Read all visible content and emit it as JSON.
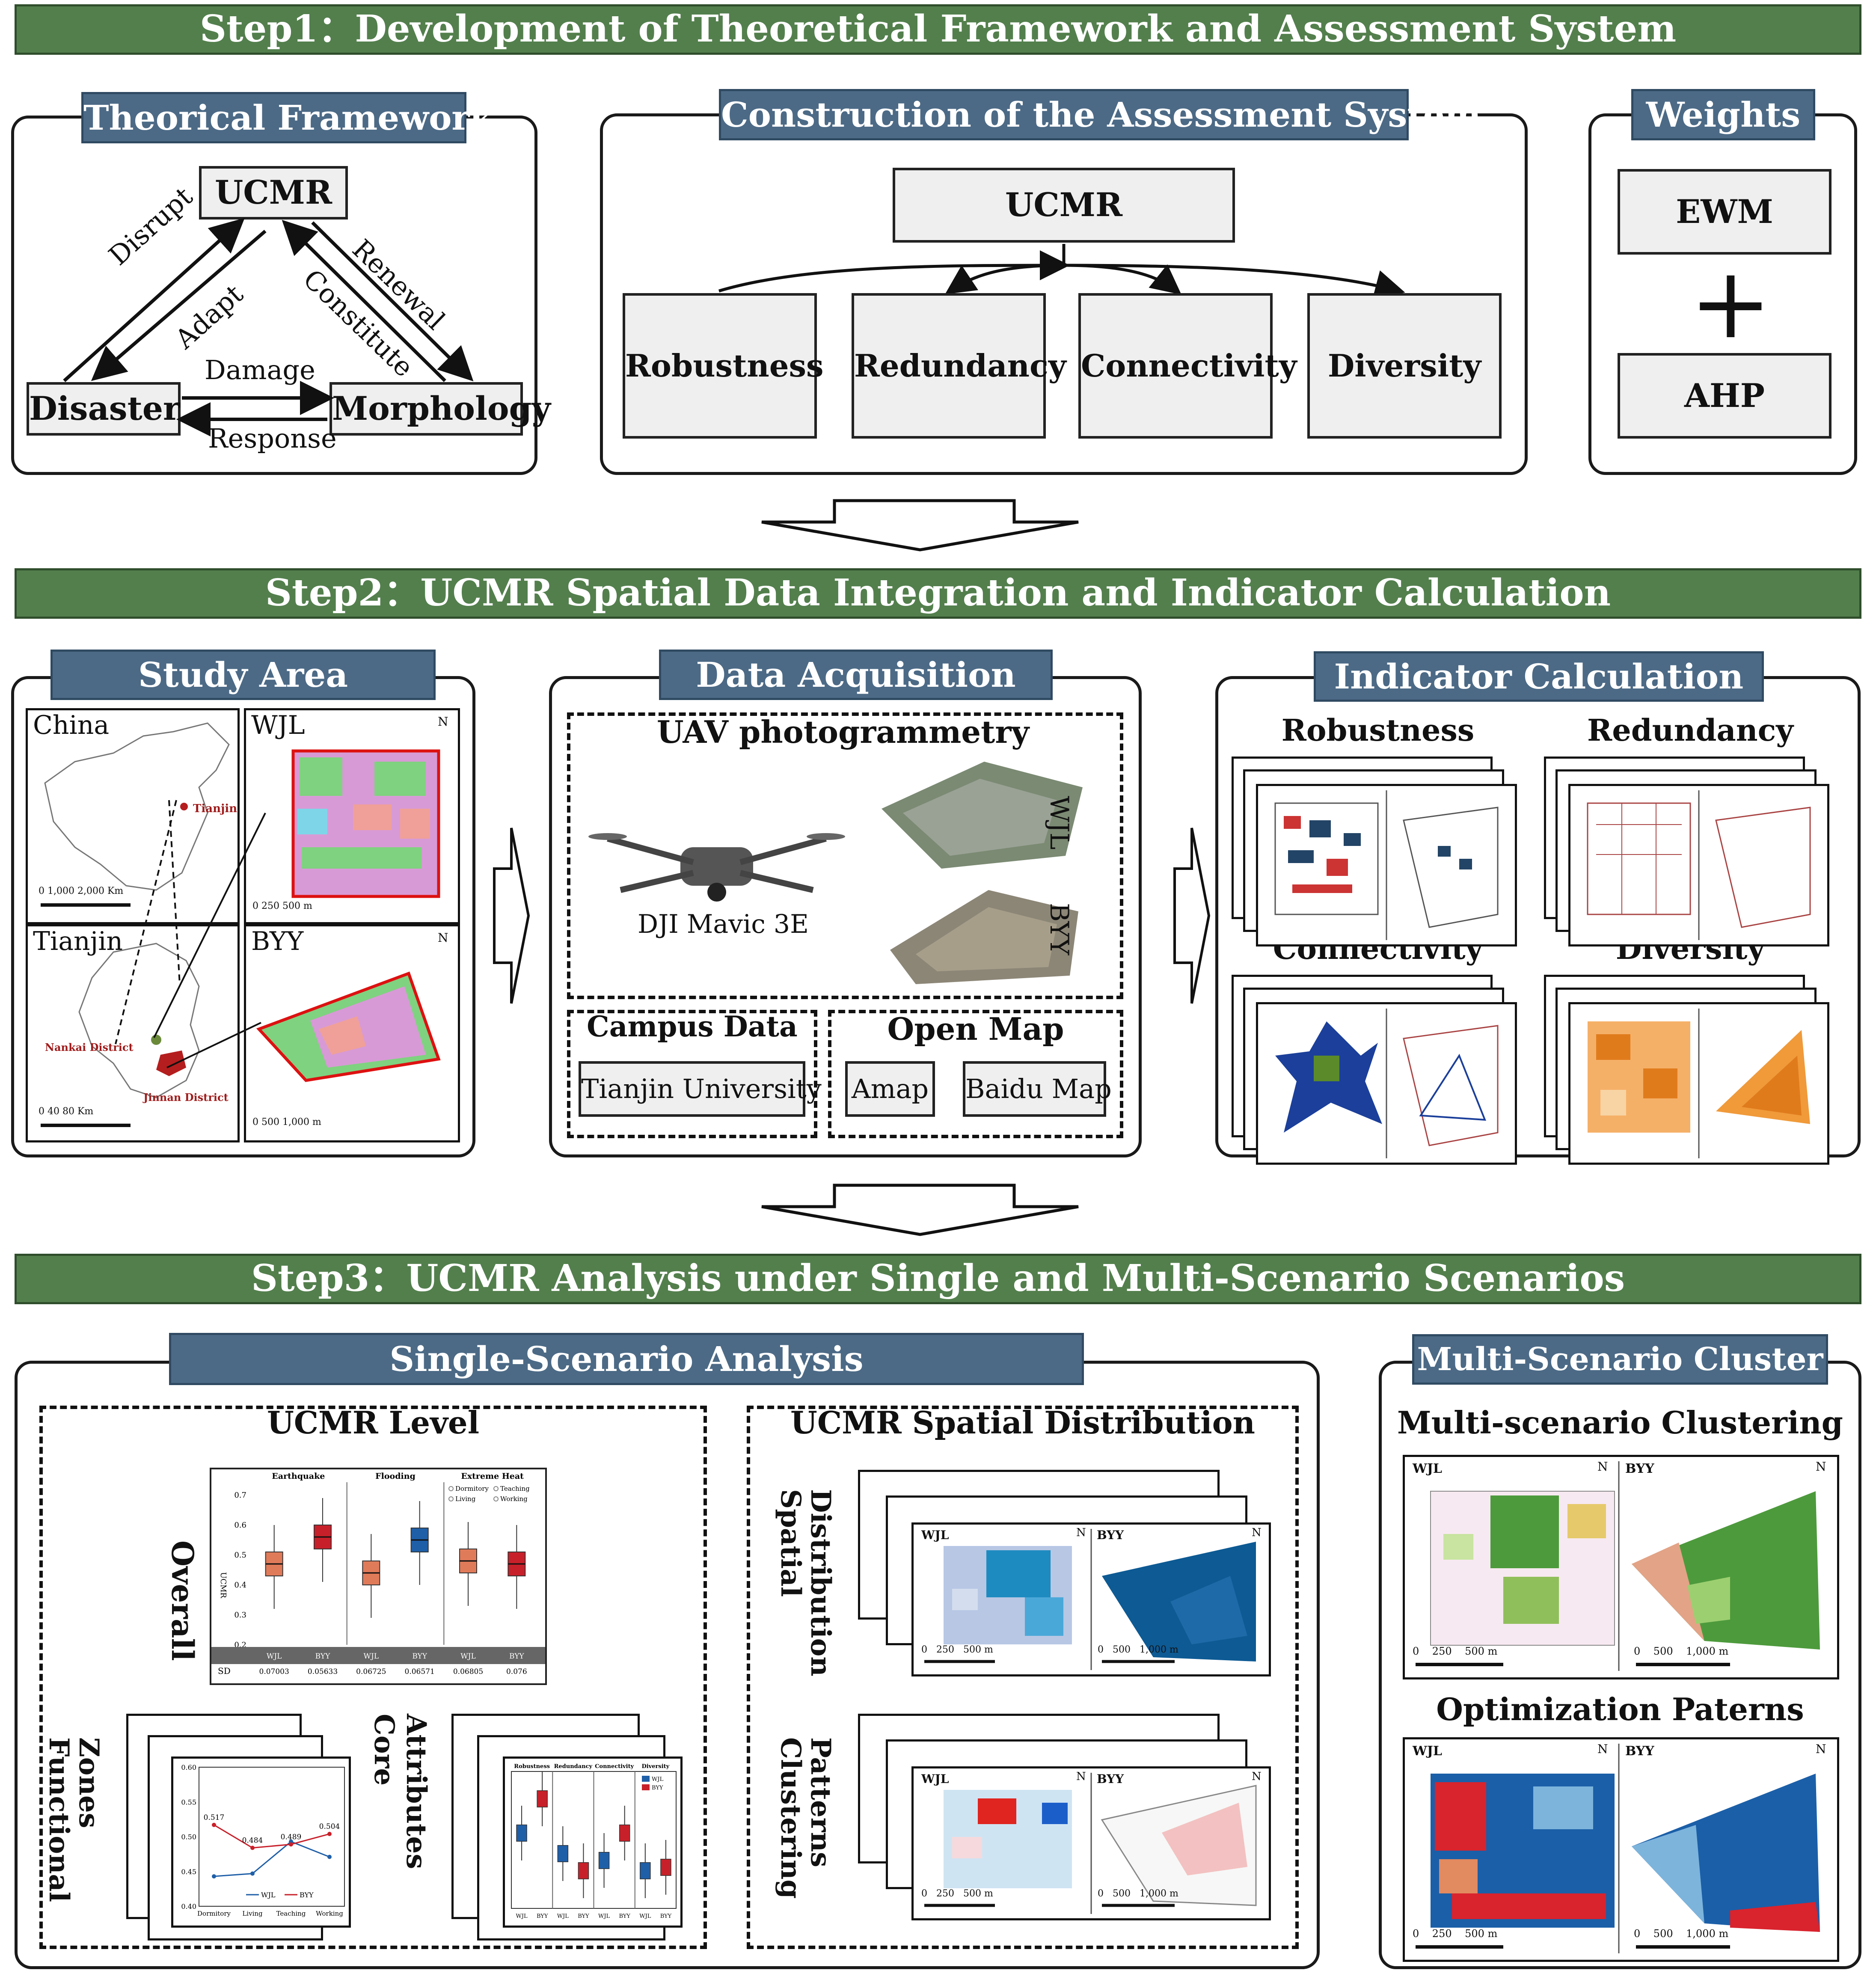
{
  "step1": {
    "banner": "Step1：Development of Theoretical Framework and Assessment  System",
    "theory": {
      "title": "Theorical Framework",
      "ucmr": "UCMR",
      "disaster": "Disaster",
      "morphology": "Morphology",
      "disrupt": "Disrupt",
      "adapt": "Adapt",
      "renewal": "Renewal",
      "constitute": "Constitute",
      "damage": "Damage",
      "response": "Response"
    },
    "assessment": {
      "title": "Construction of the Assessment System",
      "root": "UCMR",
      "dims": [
        "Robustness",
        "Redundancy",
        "Connectivity",
        "Diversity"
      ]
    },
    "weights": {
      "title": "Weights",
      "ewm": "EWM",
      "plus": "+",
      "ahp": "AHP"
    }
  },
  "step2": {
    "banner": "Step2：UCMR Spatial Data Integration and Indicator Calculation",
    "study": {
      "title": "Study Area",
      "china": "China",
      "tianjin_map": "Tianjin",
      "tianjin_pt": "Tianjin",
      "wjl": "WJL",
      "byy": "BYY",
      "nankai": "Nankai District",
      "jinnan": "Jinnan District",
      "scale_china": [
        "0",
        "1,000",
        "2,000",
        "Km"
      ],
      "scale_tianjin": [
        "0",
        "40",
        "80",
        "Km"
      ],
      "scale_wjl": [
        "0",
        "250",
        "500",
        "m"
      ],
      "scale_byy": [
        "0",
        "500",
        "1,000",
        "m"
      ],
      "north": "N"
    },
    "data": {
      "title": "Data Acquisition",
      "uav": "UAV photogrammetry",
      "drone": "DJI Mavic 3E",
      "wjl": "WJL",
      "byy": "BYY",
      "campus": "Campus Data",
      "tju": "Tianjin University",
      "open": "Open Map",
      "amap": "Amap",
      "baidu": "Baidu Map"
    },
    "indicator": {
      "title": "Indicator  Calculation",
      "robust": "Robustness",
      "redund": "Redundancy",
      "connect": "Connectivity",
      "divers": "Diversity"
    }
  },
  "step3": {
    "banner": "Step3：UCMR Analysis under Single and Multi-Scenario Scenarios",
    "single": {
      "title": "Single-Scenario Analysis",
      "level": "UCMR Level",
      "overall": "Overall",
      "functional": "Functional",
      "zones": "Zones",
      "core": "Core",
      "attributes": "Attributes",
      "spatial_title": "UCMR Spatial Distribution",
      "spatial": "Spatial",
      "distribution": "Distribution",
      "clustering": "Clustering",
      "patterns": "Patterns"
    },
    "multi": {
      "title": "Multi-Scenario Cluster",
      "clustering": "Multi-scenario Clustering",
      "optimization": "Optimization Paterns"
    },
    "maps": {
      "wjl": "WJL",
      "byy": "BYY",
      "north": "N",
      "s_wjl": [
        "0",
        "250",
        "500",
        "m"
      ],
      "s_byy": [
        "0",
        "500",
        "1,000",
        "m"
      ]
    }
  },
  "chart_data": [
    {
      "type": "box",
      "title": "",
      "panels": [
        "Earthquake",
        "Flooding",
        "Extreme Heat"
      ],
      "categories": [
        "WJL",
        "BYY",
        "WJL",
        "BYY",
        "WJL",
        "BYY"
      ],
      "ylabel": "UCMR",
      "ylim": [
        0.2,
        0.7
      ],
      "yticks": [
        "0.7",
        "0.6",
        "0.5",
        "0.4",
        "0.3",
        "0.2"
      ],
      "legend": [
        "Dormitory",
        "Teaching",
        "Living",
        "Working"
      ],
      "medians": [
        0.47,
        0.56,
        0.44,
        0.55,
        0.48,
        0.47
      ],
      "sd_label": "SD",
      "sd": [
        "0.07003",
        "0.05633",
        "0.06725",
        "0.06571",
        "0.06805",
        "0.076"
      ]
    },
    {
      "type": "line",
      "title": "",
      "categories": [
        "Dormitory",
        "Living",
        "Teaching",
        "Working"
      ],
      "ylim": [
        0.4,
        0.6
      ],
      "yticks": [
        "0.60",
        "0.55",
        "0.50",
        "0.45",
        "0.40"
      ],
      "series": [
        {
          "name": "WJL",
          "values": [
            0.443,
            0.447,
            0.493,
            0.471
          ]
        },
        {
          "name": "BYY",
          "values": [
            0.517,
            0.484,
            0.489,
            0.504
          ]
        }
      ],
      "labels": [
        "0.517",
        "0.484",
        "0.489",
        "0.504"
      ]
    },
    {
      "type": "box",
      "title": "",
      "panels": [
        "Robustness",
        "Redundancy",
        "Connectivity",
        "Diversity"
      ],
      "categories": [
        "WJL",
        "BYY",
        "WJL",
        "BYY",
        "WJL",
        "BYY",
        "WJL",
        "BYY"
      ],
      "legend": [
        "WJL",
        "BYY"
      ],
      "medians": [
        0.16,
        0.21,
        0.13,
        0.105,
        0.12,
        0.16,
        0.105,
        0.11
      ]
    }
  ],
  "colors": {
    "banner": "#537f4d",
    "panel_title": "#4c6a86",
    "box_gray": "#efefef",
    "wjl": "#1f5fa8",
    "byy": "#c8202a"
  }
}
